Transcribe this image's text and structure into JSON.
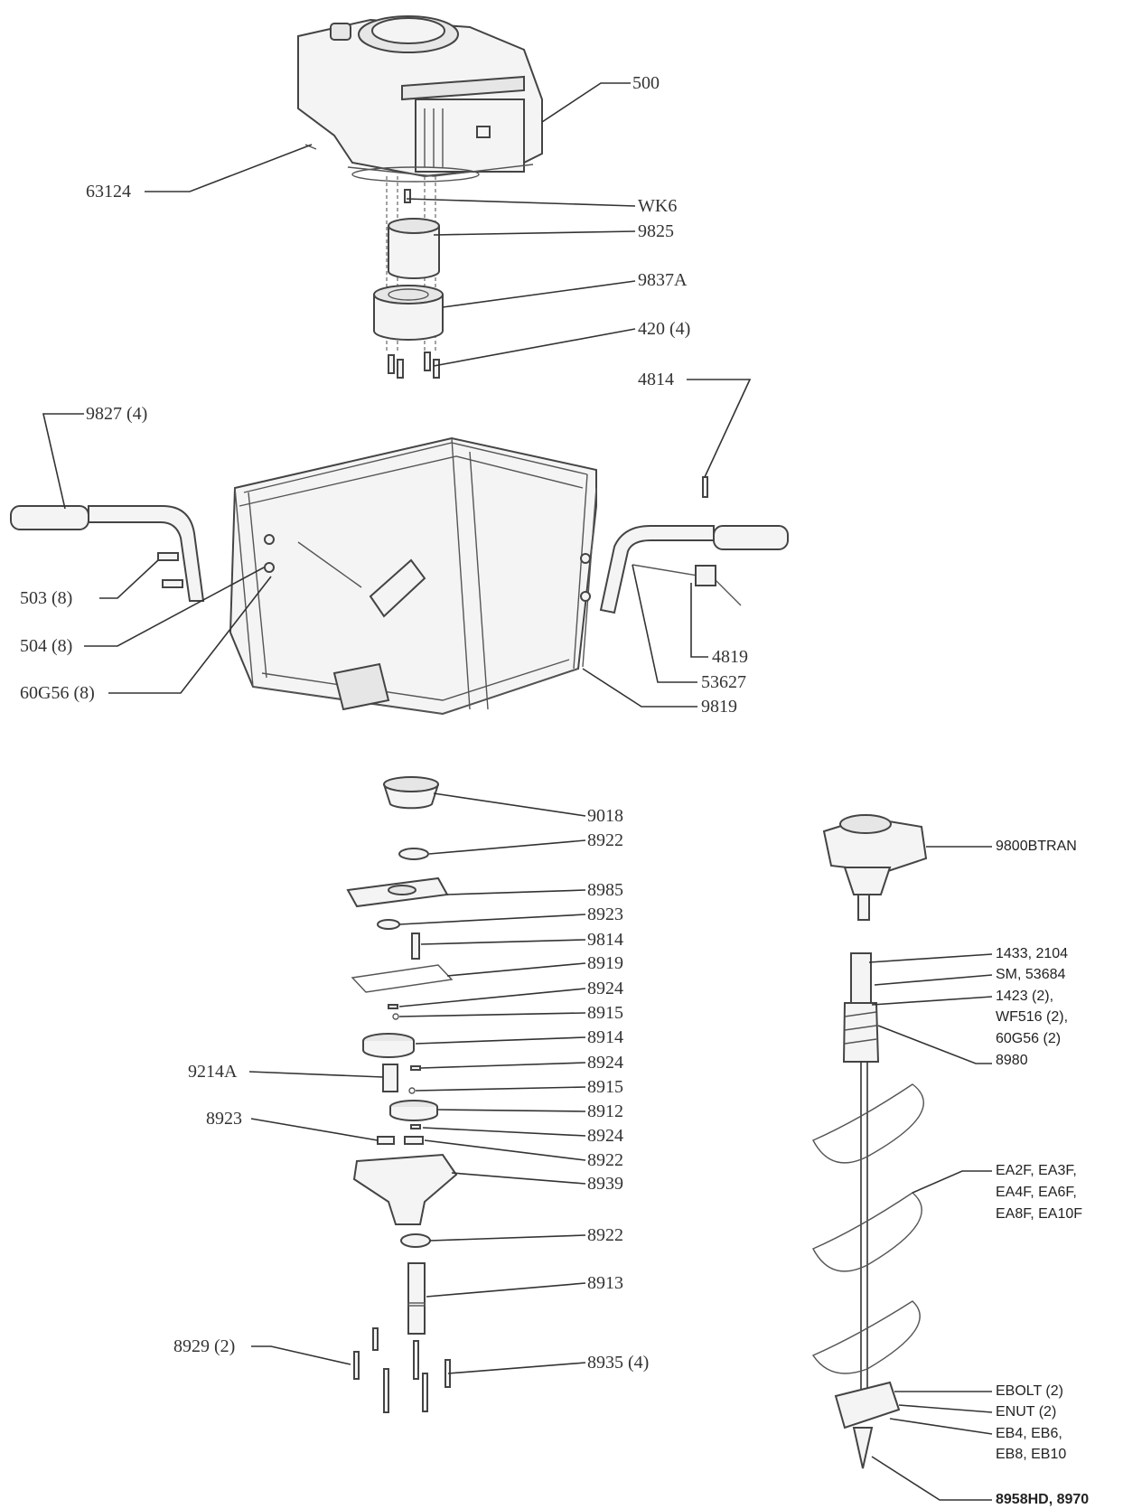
{
  "labels": {
    "p500": "500",
    "p63124": "63124",
    "wk6": "WK6",
    "p9825": "9825",
    "p9837a": "9837A",
    "p420": "420 (4)",
    "p4814": "4814",
    "p9827": "9827 (4)",
    "p503": "503 (8)",
    "p504": "504 (8)",
    "p60g56": "60G56 (8)",
    "p4819": "4819",
    "p53627": "53627",
    "p9819": "9819",
    "p9018": "9018",
    "p8922a": "8922",
    "p8985": "8985",
    "p8923a": "8923",
    "p9814": "9814",
    "p8919": "8919",
    "p8924a": "8924",
    "p8915a": "8915",
    "p8914": "8914",
    "p9214a": "9214A",
    "p8924b": "8924",
    "p8915b": "8915",
    "p8912": "8912",
    "p8923b": "8923",
    "p8924c": "8924",
    "p8922b": "8922",
    "p8939": "8939",
    "p8922c": "8922",
    "p8913": "8913",
    "p8929": "8929 (2)",
    "p8935": "8935 (4)",
    "p9800btran": "9800BTRAN",
    "r1433": "1433, 2104",
    "rsm": "SM, 53684",
    "r1423": "1423 (2),",
    "rwf516": "WF516 (2),",
    "r60g56": "60G56 (2)",
    "r8980": "8980",
    "rea1": "EA2F, EA3F,",
    "rea2": "EA4F, EA6F,",
    "rea3": "EA8F, EA10F",
    "rebolt": "EBOLT (2)",
    "renut": "ENUT (2)",
    "reb1": "EB4, EB6,",
    "reb2": "EB8, EB10",
    "r8958": "8958HD, 8970"
  }
}
